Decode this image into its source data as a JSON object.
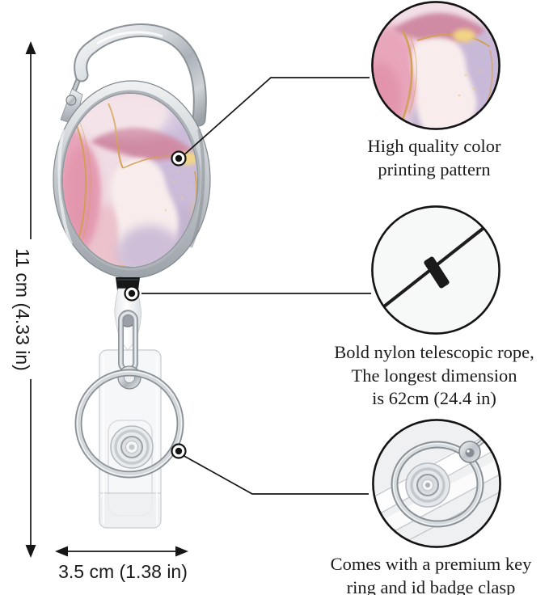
{
  "dimensions": {
    "height_label": "11 cm (4.33 in)",
    "width_label": "3.5 cm (1.38 in)"
  },
  "callouts": {
    "pattern": {
      "lines": [
        "High quality color",
        "printing pattern"
      ]
    },
    "rope": {
      "lines": [
        "Bold nylon telescopic rope,",
        "The longest dimension",
        "is 62cm (24.4 in)"
      ]
    },
    "clasp": {
      "lines": [
        "Comes with a premium key",
        "ring and id badge clasp"
      ]
    }
  },
  "colors": {
    "background": "#ffffff",
    "annotation": "#161616",
    "chrome_light": "#f0f2f3",
    "chrome_dark": "#9aa1a7",
    "marble_pink": "#e8a6bb",
    "marble_rose": "#d08ba4",
    "marble_lavender": "#c9b9d8",
    "marble_cream": "#f8ecec",
    "marble_gold": "#d1a050",
    "rope_black": "#1a1a1a"
  }
}
